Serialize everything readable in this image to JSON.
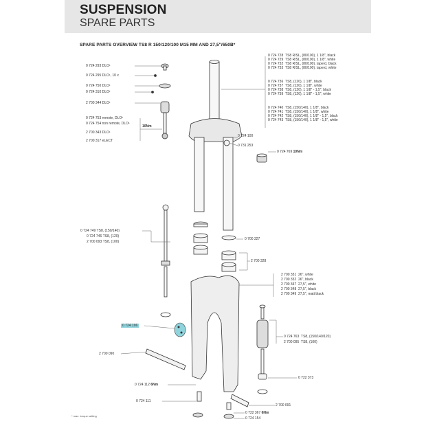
{
  "header": {
    "title": "SUSPENSION",
    "subtitle": "SPARE PARTS"
  },
  "overview_title": "SPARE PARTS OVERVIEW TS8 R 150/120/100 M15 MM AND 27,5\"/650B*",
  "left_labels": [
    {
      "code": "0 724 293",
      "desc": "DLO¹"
    },
    {
      "code": "0 724 295",
      "desc": "DLO¹, 10 x"
    },
    {
      "code": "0 724 750",
      "desc": "DLO¹"
    },
    {
      "code": "0 724 310",
      "desc": "DLO¹"
    },
    {
      "code": "2 700 344",
      "desc": "DLO¹"
    },
    {
      "code": "0 724 753",
      "desc": "remote, DLO¹"
    },
    {
      "code": "0 724 754",
      "desc": "non remote, DLO¹"
    },
    {
      "code": "2 700 343",
      "desc": "DLO¹"
    },
    {
      "code": "2 700 317",
      "desc": "eLECT"
    }
  ],
  "torque_10nm": "10Nm",
  "top_right_groups": [
    [
      {
        "code": "0 724 728",
        "desc": "TS8 R/SL, (80/100), 1 1/8\", black"
      },
      {
        "code": "0 724 729",
        "desc": "TS8 R/SL, (80/100), 1 1/8\", white"
      },
      {
        "code": "0 724 732",
        "desc": "TS8 R/SL, (80/100), taperd, black"
      },
      {
        "code": "0 724 733",
        "desc": "TS8 R/SL, (80/100), taperd, white"
      }
    ],
    [
      {
        "code": "0 724 736",
        "desc": "TS8, (120), 1 1/8\", black"
      },
      {
        "code": "0 724 737",
        "desc": "TS8, (120), 1 1/8\", white"
      },
      {
        "code": "0 724 738",
        "desc": "TS8, (120), 1 1/8\" - 1,5\", black"
      },
      {
        "code": "0 724 739",
        "desc": "TS8, (120), 1 1/8\" - 1,5\", white"
      }
    ],
    [
      {
        "code": "0 724 740",
        "desc": "TS8, (150/140), 1 1/8\", black"
      },
      {
        "code": "0 724 741",
        "desc": "TS8, (150/140), 1 1/8\", white"
      },
      {
        "code": "0 724 742",
        "desc": "TS8, (150/140), 1 1/8\" - 1,5\", black"
      },
      {
        "code": "0 724 743",
        "desc": "TS8, (150/140), 1 1/8\" - 1,5\", white"
      }
    ]
  ],
  "topcap_labels": {
    "a": "0 724 100",
    "b": "0 731 253",
    "c_code": "0 724 769",
    "c_torque": "10Nm"
  },
  "mid_left_labels": [
    {
      "code": "0 724 749",
      "desc": "TS8, (150/140)"
    },
    {
      "code": "0 724 746",
      "desc": "TS8, (120)"
    },
    {
      "code": "2 700 093",
      "desc": "TS8, (100)"
    }
  ],
  "seal_label": "0 700 327",
  "bushing_label": "2 700 328",
  "lower_group": [
    {
      "code": "2 700 331",
      "desc": "26\", white"
    },
    {
      "code": "2 700 332",
      "desc": "26\", black"
    },
    {
      "code": "2 700 347",
      "desc": "27,5\", white"
    },
    {
      "code": "2 700 348",
      "desc": "27,5\", black"
    },
    {
      "code": "2 700 349",
      "desc": "27,5\", matt black"
    }
  ],
  "highlight_label": "0 724 196",
  "axle_label": "2 700 090",
  "spring_labels": [
    {
      "code": "0 724 763",
      "desc": "TS8, (150/140/120)"
    },
    {
      "code": "2 700 095",
      "desc": "TS8, (100)"
    }
  ],
  "damper_label": "0 722 373",
  "bolt_label_code": "0 724 112",
  "bolt_label_torque": "6Nm",
  "bottom_left_label": "0 724 111",
  "bottom_right_a": "2 700 091",
  "bottom_right_b_code": "0 722 367",
  "bottom_right_b_torque": "6Nm",
  "bottom_right_c": "0 724 154",
  "footnote": "* max. torque setting",
  "colors": {
    "header_bg": "#e6e6e6",
    "highlight": "#8fd3dc",
    "line": "#333333",
    "part_fill": "#f2f2f2"
  }
}
